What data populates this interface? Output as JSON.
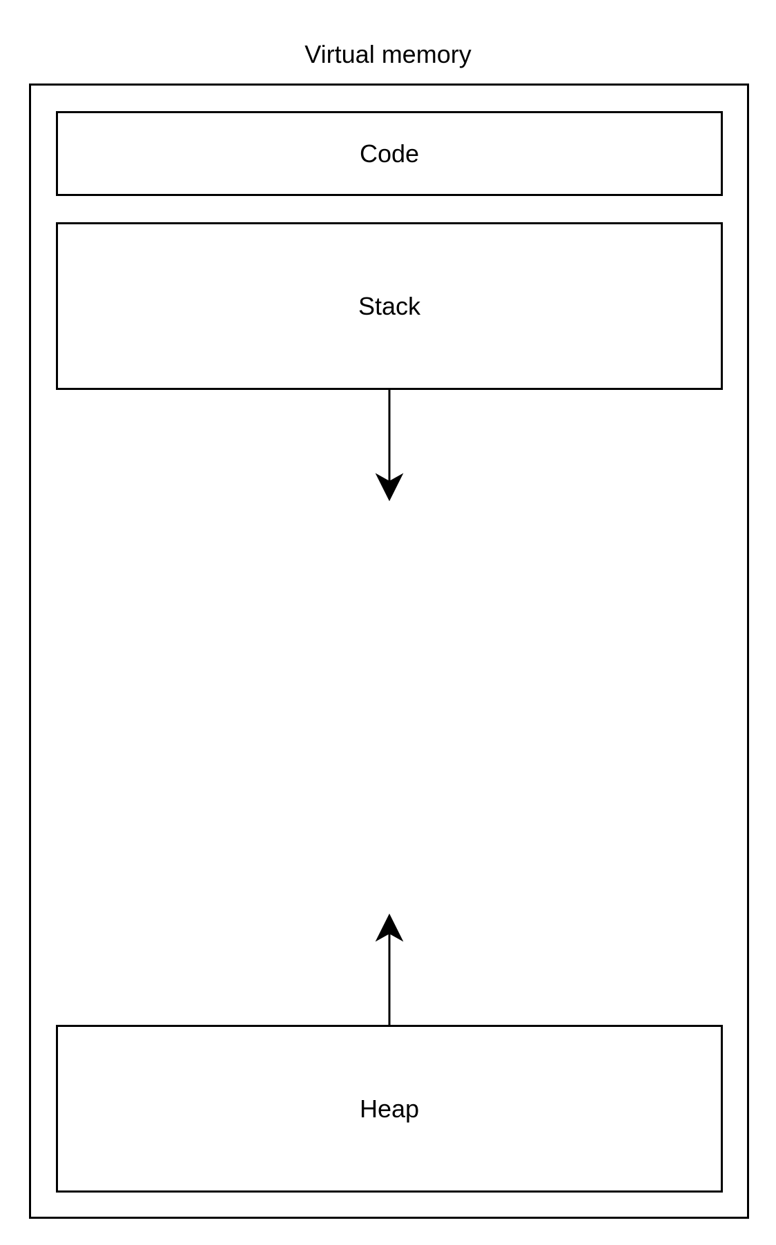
{
  "diagram": {
    "title": "Virtual memory",
    "segments": {
      "code": "Code",
      "stack": "Stack",
      "heap": "Heap"
    }
  }
}
